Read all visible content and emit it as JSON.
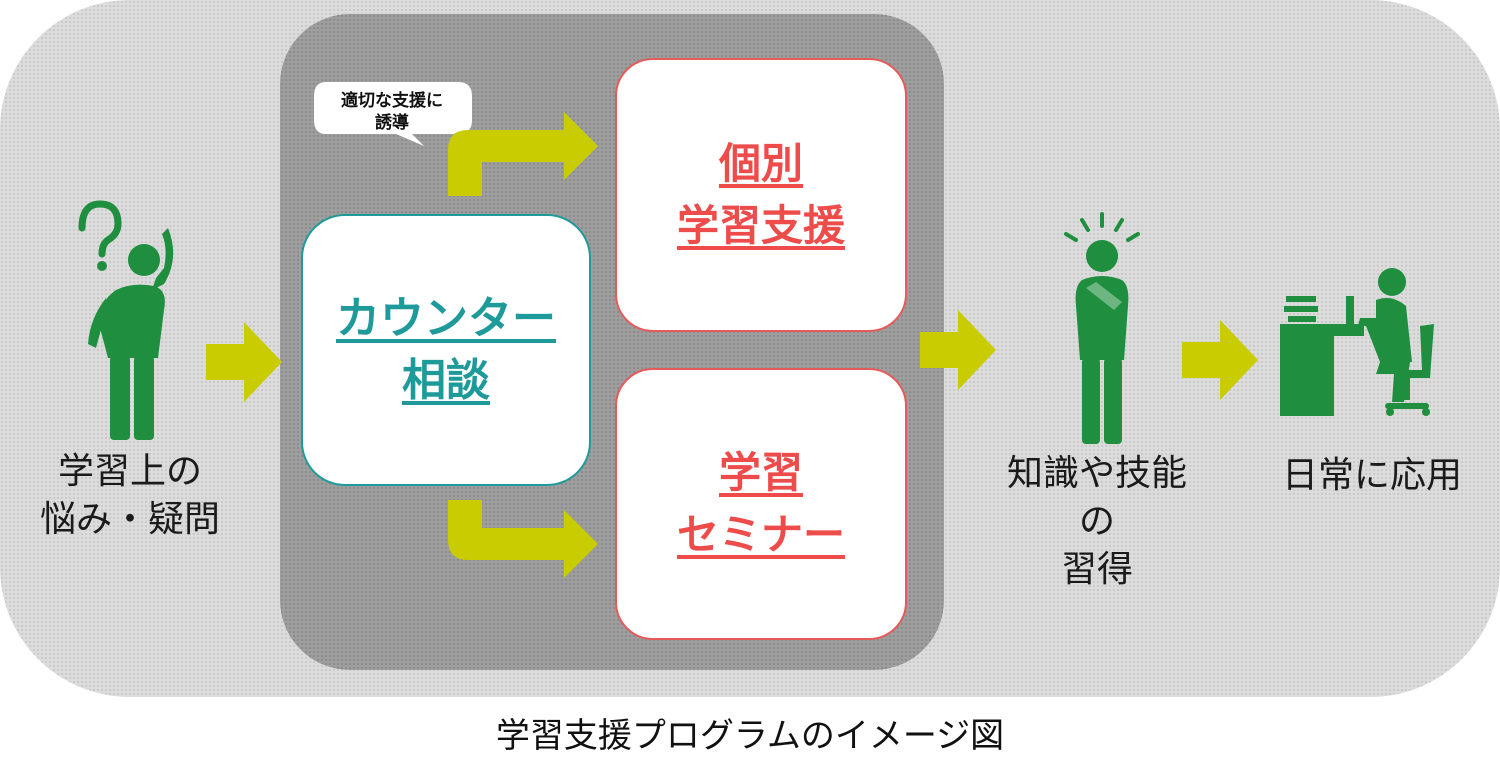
{
  "counter": {
    "line1": "カウンター",
    "line2": "相談"
  },
  "individual": {
    "line1": "個別",
    "line2": "学習支援"
  },
  "seminar": {
    "line1": "学習",
    "line2": "セミナー"
  },
  "guide_label": {
    "line1": "適切な支援に",
    "line2": "誘導"
  },
  "worries": {
    "line1": "学習上の",
    "line2": "悩み・疑問"
  },
  "skills": {
    "line1": "知識や技能",
    "line2": "の",
    "line3": "習得"
  },
  "apply": {
    "line1": "日常に応用"
  },
  "caption": "学習支援プログラムのイメージ図",
  "colors": {
    "arrow": "#c8cc00",
    "person": "#1f8f3f",
    "teal": "#1e9a9a",
    "red": "#ee4b4b"
  }
}
